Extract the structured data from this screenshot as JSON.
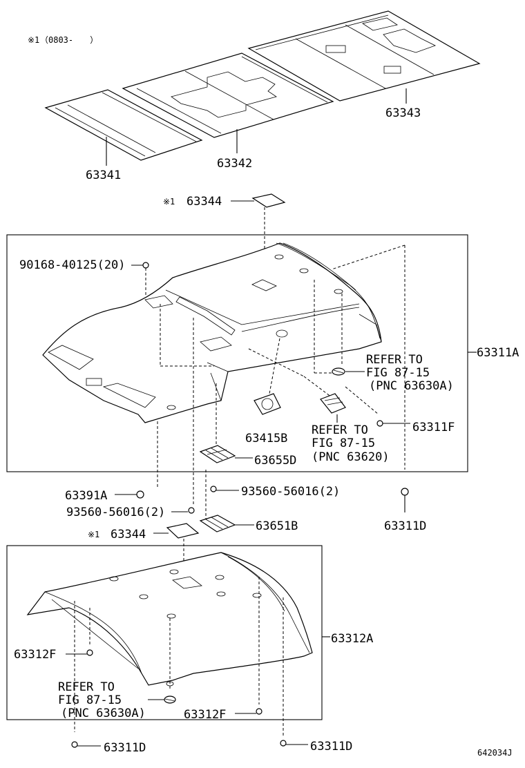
{
  "header_note": {
    "mark": "※1",
    "text": "（0803-　　）"
  },
  "labels": {
    "p63341": "63341",
    "p63342": "63342",
    "p63343": "63343",
    "p63344_top": "63344",
    "p63344_top_mark": "※1",
    "p90168": "90168-40125(20)",
    "p63311A": "63311A",
    "ref1_line1": "REFER TO",
    "ref1_line2": "FIG 87-15",
    "ref1_line3": "(PNC 63630A)",
    "p63415B": "63415B",
    "ref2_line1": "REFER TO",
    "ref2_line2": "FIG 87-15",
    "ref2_line3": "(PNC 63620)",
    "p63311F": "63311F",
    "p63655D": "63655D",
    "p63391A": "63391A",
    "p93560_a": "93560-56016(2)",
    "p93560_b": "93560-56016(2)",
    "p63311D_a": "63311D",
    "p63344_mid_mark": "※1",
    "p63344_mid": "63344",
    "p63651B": "63651B",
    "p63312A": "63312A",
    "p63312F_a": "63312F",
    "ref3_line1": "REFER TO",
    "ref3_line2": "FIG 87-15",
    "ref3_line3": "(PNC 63630A)",
    "p63312F_b": "63312F",
    "p63311D_b": "63311D",
    "p63311D_c": "63311D",
    "diagram_id": "642034J"
  }
}
